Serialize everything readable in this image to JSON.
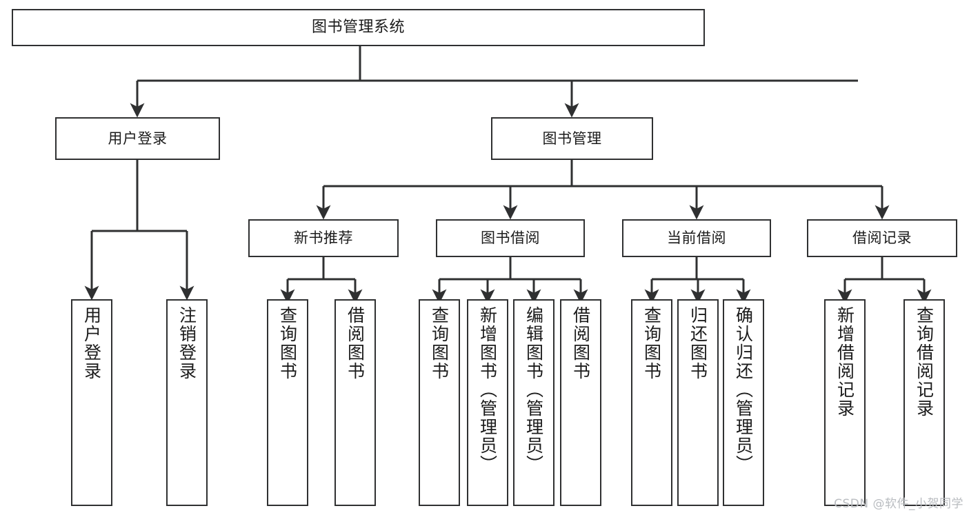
{
  "diagram": {
    "title": "图书管理系统",
    "type": "tree",
    "watermark": "CSDN @软件_小贺同学",
    "stroke_color": "#2f3031",
    "fill_color": "#ffffff",
    "text_color": "#1b1b1b",
    "watermark_color": "#b9bcc0"
  },
  "nodes": {
    "root": {
      "label": "图书管理系统"
    },
    "level1": [
      {
        "label": "用户登录"
      },
      {
        "label": "图书管理"
      }
    ],
    "level2": [
      {
        "label": "新书推荐"
      },
      {
        "label": "图书借阅"
      },
      {
        "label": "当前借阅"
      },
      {
        "label": "借阅记录"
      }
    ],
    "leaves": {
      "user_login": [
        {
          "label": "用户登录"
        },
        {
          "label": "注销登录"
        }
      ],
      "new_book": [
        {
          "label": "查询图书"
        },
        {
          "label": "借阅图书"
        }
      ],
      "book_borrow": [
        {
          "label": "查询图书"
        },
        {
          "label": "新增图书（管理员）"
        },
        {
          "label": "编辑图书（管理员）"
        },
        {
          "label": "借阅图书"
        }
      ],
      "current_borrow": [
        {
          "label": "查询图书"
        },
        {
          "label": "归还图书"
        },
        {
          "label": "确认归还（管理员）"
        }
      ],
      "borrow_record": [
        {
          "label": "新增借阅记录"
        },
        {
          "label": "查询借阅记录"
        }
      ]
    }
  }
}
